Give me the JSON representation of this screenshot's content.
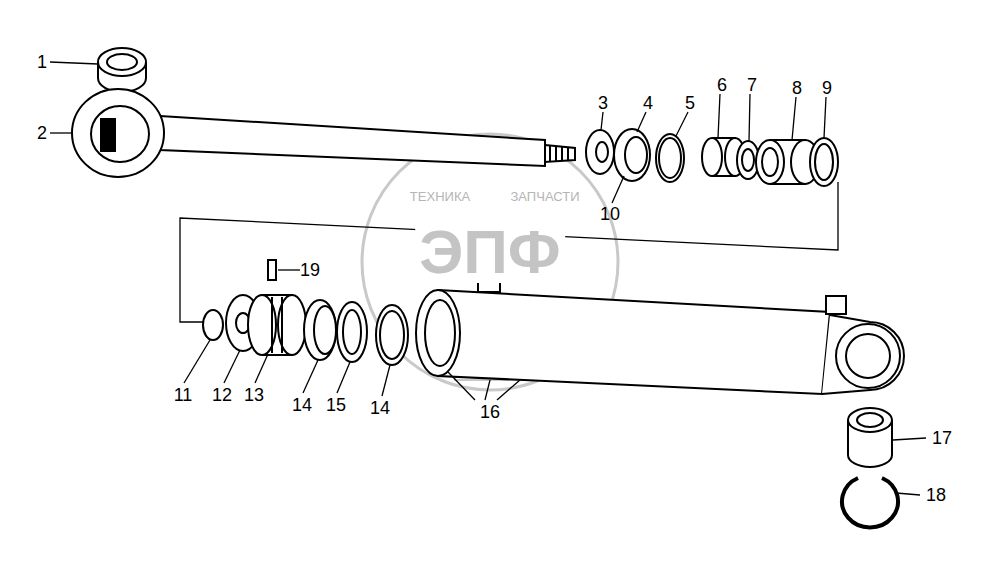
{
  "diagram": {
    "labels": [
      "1",
      "2",
      "3",
      "4",
      "5",
      "6",
      "7",
      "8",
      "9",
      "10",
      "11",
      "12",
      "13",
      "14",
      "15",
      "14",
      "16",
      "17",
      "18",
      "19",
      "ТЕХНИКА",
      "ЗАПЧАСТИ",
      "ЭПФ"
    ]
  }
}
